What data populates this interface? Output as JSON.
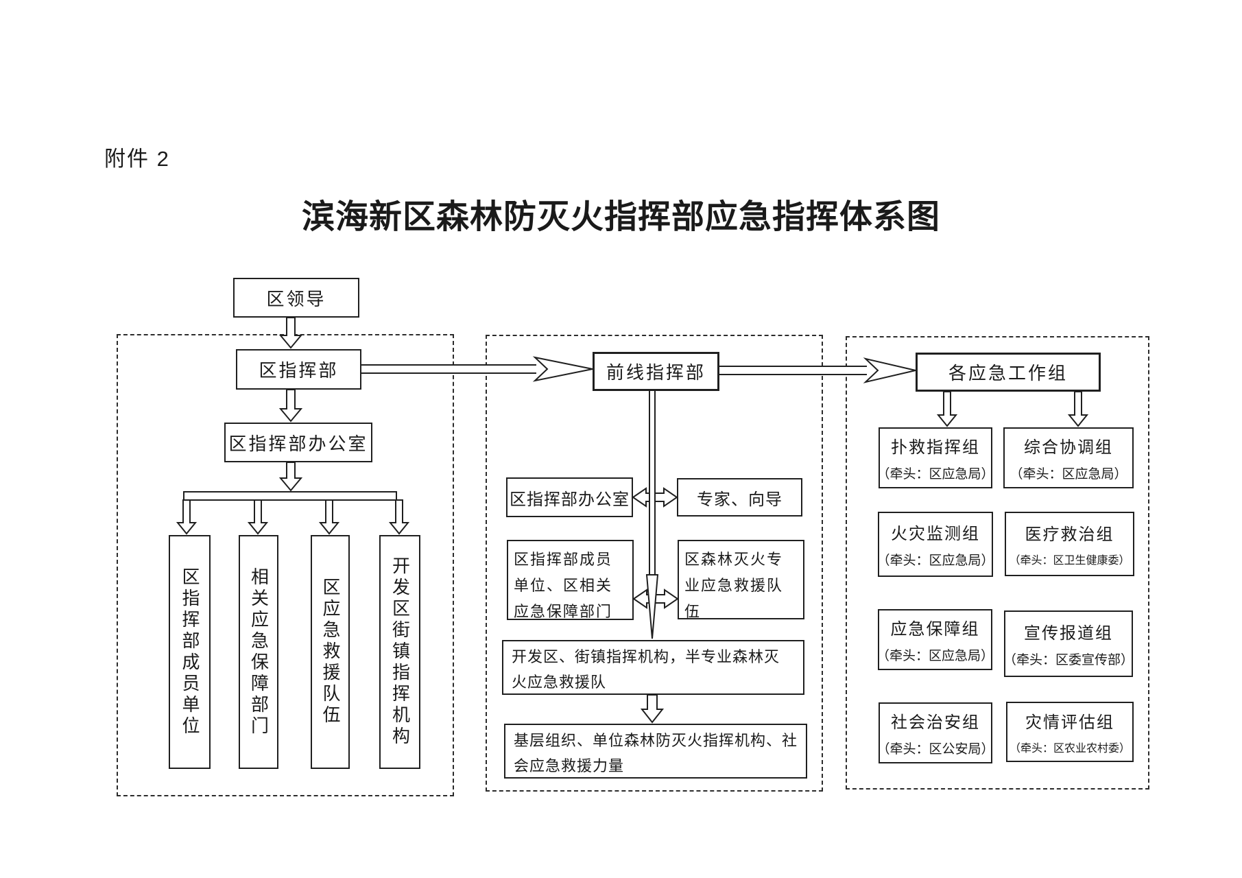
{
  "page": {
    "attachment_label": "附件 2",
    "title": "滨海新区森林防灭火指挥部应急指挥体系图"
  },
  "left_panel": {
    "leader": "区领导",
    "command": "区指挥部",
    "office": "区指挥部办公室",
    "branches": [
      "区指挥部成员单位",
      "相关应急保障部门",
      "区应急救援队伍",
      "开发区街镇指挥机构"
    ]
  },
  "middle_panel": {
    "frontline": "前线指挥部",
    "office": "区指挥部办公室",
    "experts": "专家、向导",
    "member_units": "区指挥部成员单位、区相关应急保障部门",
    "professional_team": "区森林灭火专业应急救援队伍",
    "semi_professional_team": "开发区、街镇指挥机构，半专业森林灭火应急救援队",
    "grassroots_forces": "基层组织、单位森林防灭火指挥机构、社会应急救援力量"
  },
  "right_panel": {
    "header": "各应急工作组",
    "groups": [
      {
        "name": "扑救指挥组",
        "lead": "（牵头：区应急局）"
      },
      {
        "name": "综合协调组",
        "lead": "（牵头：区应急局）"
      },
      {
        "name": "火灾监测组",
        "lead": "（牵头：区应急局）"
      },
      {
        "name": "医疗救治组",
        "lead": "（牵头：区卫生健康委）"
      },
      {
        "name": "应急保障组",
        "lead": "（牵头：区应急局）"
      },
      {
        "name": "宣传报道组",
        "lead": "（牵头：区委宣传部）"
      },
      {
        "name": "社会治安组",
        "lead": "（牵头：区公安局）"
      },
      {
        "name": "灾情评估组",
        "lead": "（牵头：区农业农村委）"
      }
    ]
  }
}
